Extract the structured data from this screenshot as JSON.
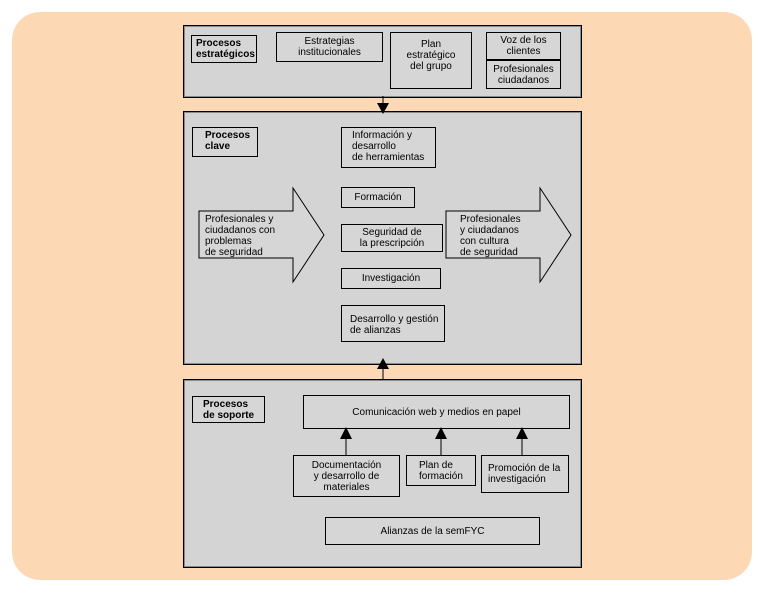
{
  "strategic": {
    "title": "Procesos\nestratégicos",
    "boxes": [
      "Estrategias\ninstitucionales",
      "Plan\nestratégico\ndel grupo",
      "Voz de los\nclientes",
      "Profesionales\nciudadanos"
    ]
  },
  "key": {
    "title": "Procesos\nclave",
    "input_arrow": "Profesionales y\nciudadanos con\nproblemas\nde seguridad",
    "output_arrow": "Profesionales\ny ciudadanos\ncon cultura\nde seguridad",
    "boxes": [
      "Información y\ndesarrollo\nde herramientas",
      "Formación",
      "Seguridad de\nla prescripción",
      "Investigación",
      "Desarrollo y gestión\nde alianzas"
    ]
  },
  "support": {
    "title": "Procesos\nde soporte",
    "communication": "Comunicación web y medios en papel",
    "boxes": [
      "Documentación\ny desarrollo de\nmateriales",
      "Plan de\nformación",
      "Promoción de la\ninvestigación"
    ],
    "alliances": "Alianzas de la semFYC"
  }
}
